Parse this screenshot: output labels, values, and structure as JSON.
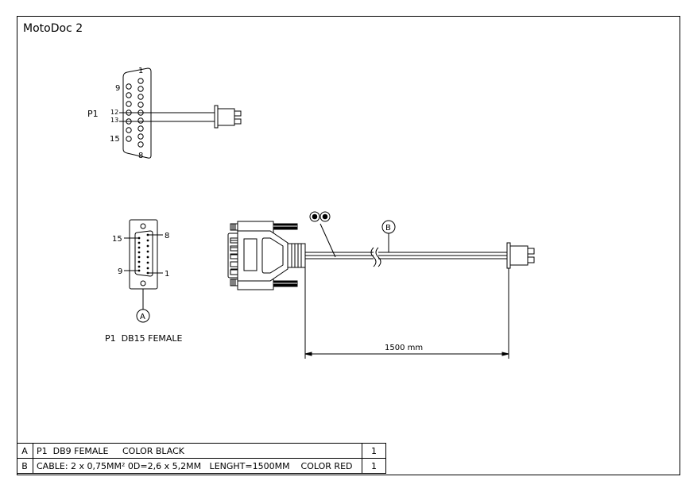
{
  "drawing": {
    "title": "MotoDoc 2"
  },
  "connector_top": {
    "label": "P1",
    "pin_labels": [
      "1",
      "9",
      "12",
      "13",
      "15",
      "8"
    ]
  },
  "connector_front": {
    "pin_labels": [
      "15",
      "8",
      "9",
      "1"
    ],
    "balloon": "A",
    "caption": "P1  DB15 FEMALE"
  },
  "cable": {
    "balloon": "B",
    "dimension": "1500 mm"
  },
  "bom": {
    "rows": [
      {
        "id": "A",
        "description": "P1  DB9 FEMALE     COLOR BLACK",
        "qty": "1"
      },
      {
        "id": "B",
        "description": "CABLE: 2 x 0,75MM² 0D=2,6 x 5,2MM   LENGHT=1500MM    COLOR RED",
        "qty": "1"
      }
    ]
  }
}
